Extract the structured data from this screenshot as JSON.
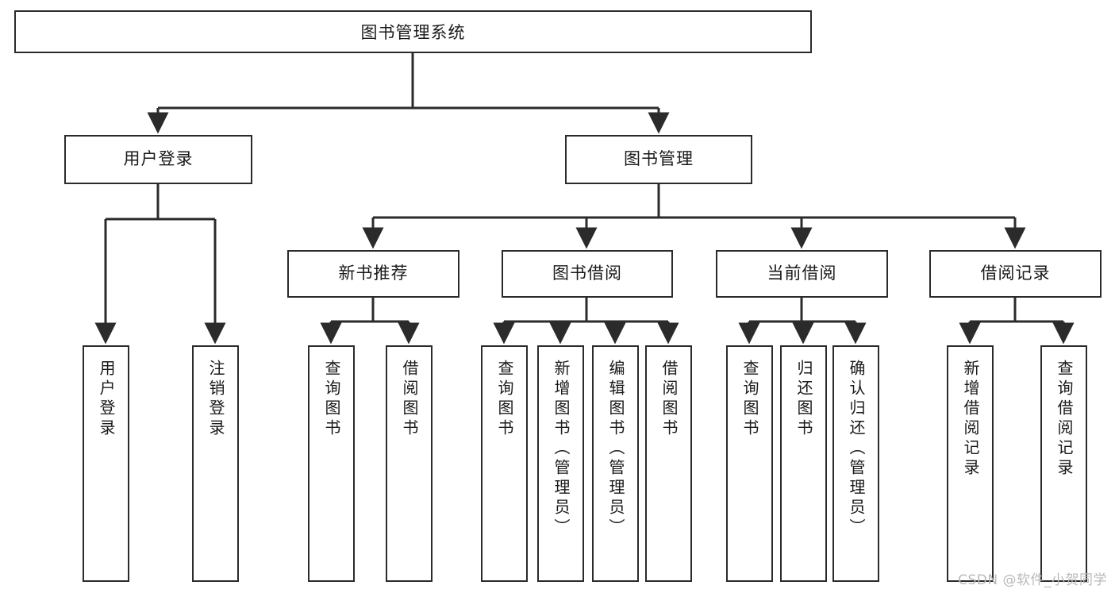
{
  "diagram": {
    "type": "tree",
    "title": "图书管理系统",
    "watermark": "CSDN @软件_小贺同学",
    "colors": {
      "node_border": "#2b2b2b",
      "node_fill": "#ffffff",
      "edge": "#2b2b2b",
      "text": "#1a1a1a",
      "watermark": "#b9b9b9",
      "background": "#ffffff"
    },
    "levels": [
      {
        "level": 1,
        "nodes": [
          {
            "id": "root",
            "label": "图书管理系统",
            "orientation": "horizontal"
          }
        ]
      },
      {
        "level": 2,
        "nodes": [
          {
            "id": "user-login",
            "label": "用户登录",
            "orientation": "horizontal",
            "parent": "root"
          },
          {
            "id": "book-manage",
            "label": "图书管理",
            "orientation": "horizontal",
            "parent": "root"
          }
        ]
      },
      {
        "level": 3,
        "nodes": [
          {
            "id": "new-book-recommend",
            "label": "新书推荐",
            "orientation": "horizontal",
            "parent": "book-manage"
          },
          {
            "id": "book-borrow",
            "label": "图书借阅",
            "orientation": "horizontal",
            "parent": "book-manage"
          },
          {
            "id": "current-borrow",
            "label": "当前借阅",
            "orientation": "horizontal",
            "parent": "book-manage"
          },
          {
            "id": "borrow-record",
            "label": "借阅记录",
            "orientation": "horizontal",
            "parent": "book-manage"
          }
        ]
      },
      {
        "level": 4,
        "nodes": [
          {
            "id": "leaf-user-login",
            "label": "用户登录",
            "orientation": "vertical",
            "parent": "user-login"
          },
          {
            "id": "leaf-logout-login",
            "label": "注销登录",
            "orientation": "vertical",
            "parent": "user-login"
          },
          {
            "id": "leaf-query-book-1",
            "label": "查询图书",
            "orientation": "vertical",
            "parent": "new-book-recommend"
          },
          {
            "id": "leaf-borrow-book-1",
            "label": "借阅图书",
            "orientation": "vertical",
            "parent": "new-book-recommend"
          },
          {
            "id": "leaf-query-book-2",
            "label": "查询图书",
            "orientation": "vertical",
            "parent": "book-borrow"
          },
          {
            "id": "leaf-add-book",
            "label": "新增图书（管理员）",
            "orientation": "vertical",
            "parent": "book-borrow"
          },
          {
            "id": "leaf-edit-book",
            "label": "编辑图书（管理员）",
            "orientation": "vertical",
            "parent": "book-borrow"
          },
          {
            "id": "leaf-borrow-book-2",
            "label": "借阅图书",
            "orientation": "vertical",
            "parent": "book-borrow"
          },
          {
            "id": "leaf-query-book-3",
            "label": "查询图书",
            "orientation": "vertical",
            "parent": "current-borrow"
          },
          {
            "id": "leaf-return-book",
            "label": "归还图书",
            "orientation": "vertical",
            "parent": "current-borrow"
          },
          {
            "id": "leaf-confirm-return",
            "label": "确认归还（管理员）",
            "orientation": "vertical",
            "parent": "current-borrow"
          },
          {
            "id": "leaf-add-record",
            "label": "新增借阅记录",
            "orientation": "vertical",
            "parent": "borrow-record"
          },
          {
            "id": "leaf-query-record",
            "label": "查询借阅记录",
            "orientation": "vertical",
            "parent": "borrow-record"
          }
        ]
      }
    ]
  }
}
